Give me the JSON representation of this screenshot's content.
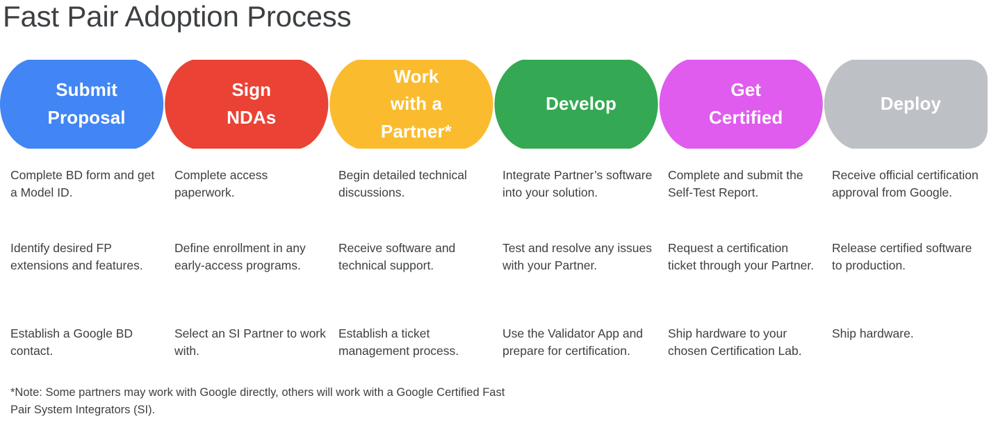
{
  "page": {
    "title": "Fast Pair Adoption Process",
    "title_color": "#3c4043",
    "background": "#ffffff"
  },
  "stages": [
    {
      "id": "submit-proposal",
      "name": "Submit Proposal",
      "lines": [
        "Submit",
        "Proposal"
      ],
      "color": "#4285f4",
      "text_color": "#ffffff"
    },
    {
      "id": "sign-ndas",
      "name": "Sign NDAs",
      "lines": [
        "Sign",
        "NDAs"
      ],
      "color": "#ea4335",
      "text_color": "#ffffff"
    },
    {
      "id": "work-with-a-partner",
      "name": "Work with a Partner*",
      "lines": [
        "Work",
        "with a",
        "Partner*"
      ],
      "color": "#fabc2e",
      "text_color": "#ffffff"
    },
    {
      "id": "develop",
      "name": "Develop",
      "lines": [
        "Develop"
      ],
      "color": "#34a853",
      "text_color": "#ffffff"
    },
    {
      "id": "get-certified",
      "name": "Get Certified",
      "lines": [
        "Get",
        "Certified"
      ],
      "color": "#df5cef",
      "text_color": "#ffffff"
    },
    {
      "id": "deploy",
      "name": "Deploy",
      "lines": [
        "Deploy"
      ],
      "color": "#bdc1c6",
      "text_color": "#ffffff"
    }
  ],
  "columns": [
    {
      "stage": "Submit Proposal",
      "items": [
        "Complete BD form and get a Model ID.",
        "Identify desired FP extensions and features.",
        "Establish a Google BD contact."
      ]
    },
    {
      "stage": "Sign NDAs",
      "items": [
        "Complete access paperwork.",
        "Define enrollment in any early-access programs.",
        "Select an SI Partner to work with."
      ]
    },
    {
      "stage": "Work with a Partner*",
      "items": [
        "Begin detailed technical discussions.",
        "Receive software and technical support.",
        "Establish a ticket management process."
      ]
    },
    {
      "stage": "Develop",
      "items": [
        "Integrate Partner’s software into your solution.",
        "Test and resolve any issues with your Partner.",
        "Use the Validator App and prepare for certification."
      ]
    },
    {
      "stage": "Get Certified",
      "items": [
        "Complete and submit the Self-Test Report.",
        "Request a certification ticket through your Partner.",
        "Ship hardware to your chosen Certification Lab."
      ]
    },
    {
      "stage": "Deploy",
      "items": [
        "Receive official certification approval from Google.",
        "Release certified software to production.",
        "Ship hardware."
      ]
    }
  ],
  "footnote": "*Note: Some partners may work with Google directly, others will work with a Google Certified Fast Pair System Integrators (SI)."
}
